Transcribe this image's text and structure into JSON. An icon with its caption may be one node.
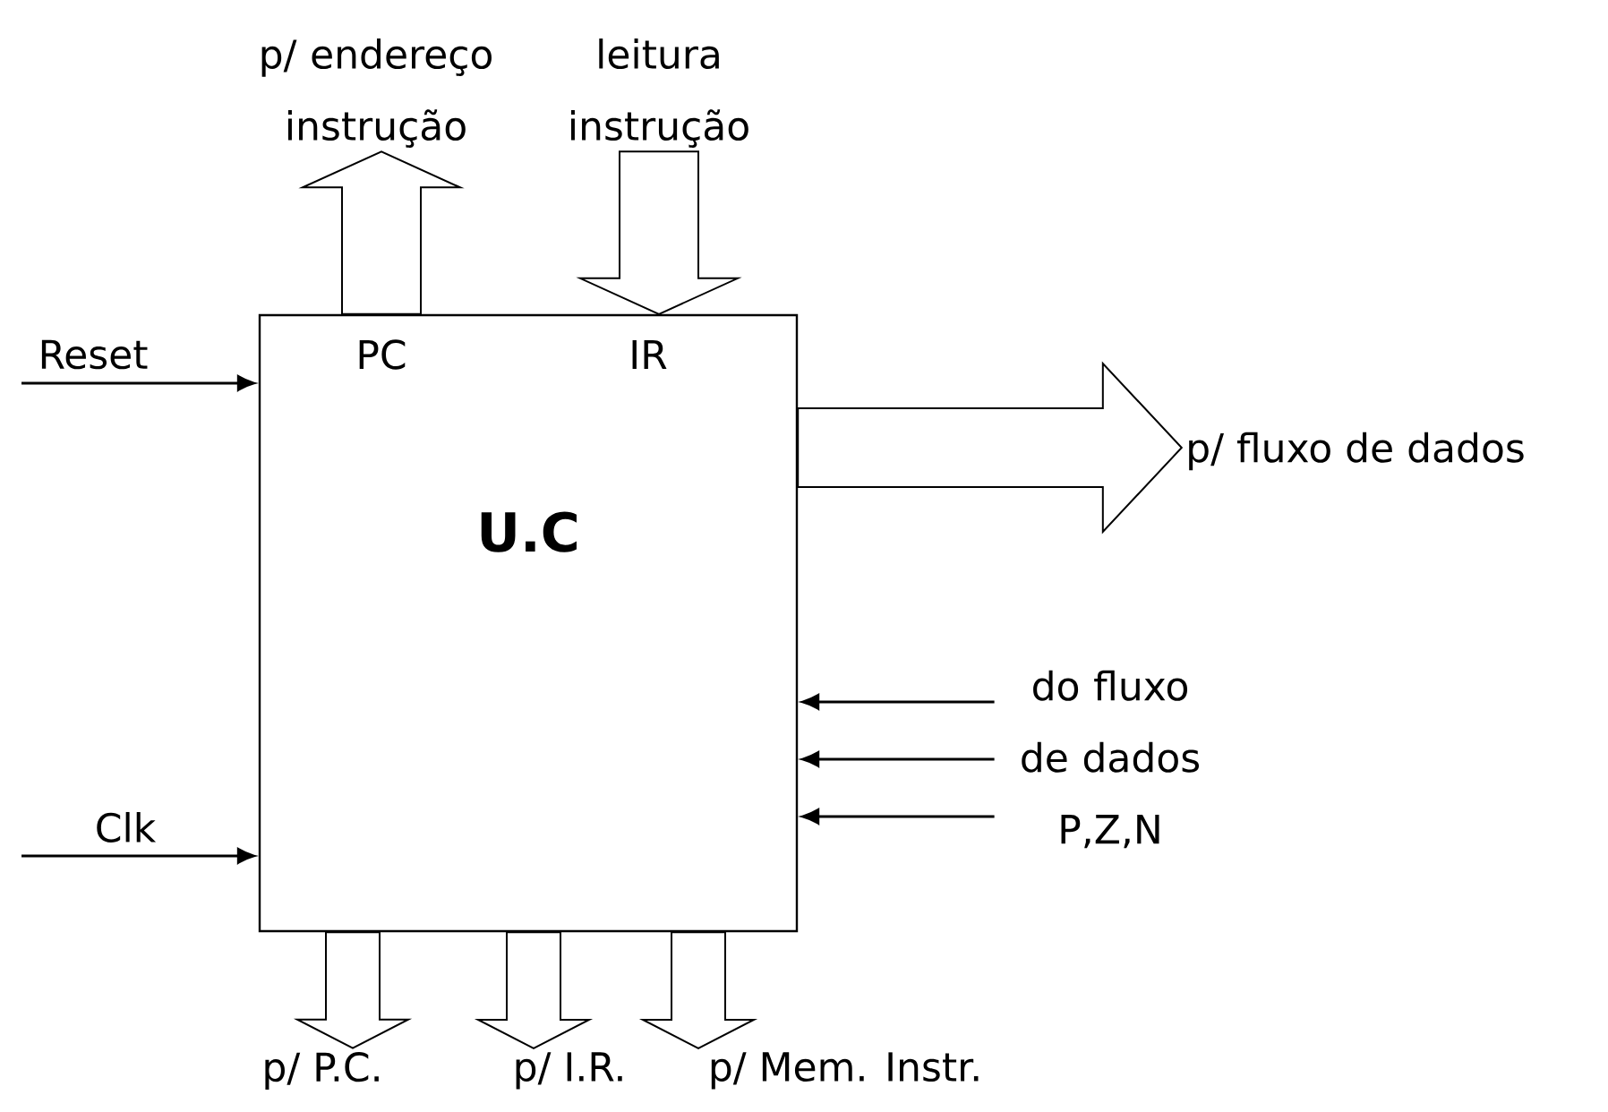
{
  "diagram": {
    "nodes": [
      {
        "text": [
          "U.C"
        ]
      },
      {
        "text": [
          "p/ endereço instrução"
        ]
      },
      {
        "text": [
          "leitura instrução"
        ]
      },
      {
        "text": [
          "p/ fluxo de dados"
        ]
      },
      {
        "text": [
          "do fluxo de dados P,Z,N"
        ]
      },
      {
        "text": [
          "p/ P.C."
        ]
      },
      {
        "text": [
          "p/ I.R."
        ]
      },
      {
        "text": [
          "p/ Mem. Instr."
        ]
      }
    ],
    "edges": [
      {
        "from": 0,
        "to": 1,
        "arrow": "to",
        "style": "thick"
      },
      {
        "from": 2,
        "to": 0,
        "arrow": "to",
        "style": "thick"
      },
      {
        "from": null,
        "to": 0,
        "arrow": "to",
        "label": "Reset"
      },
      {
        "from": null,
        "to": 0,
        "arrow": "to",
        "label": "Clk"
      },
      {
        "from": 0,
        "to": 3,
        "arrow": "to",
        "style": "thick"
      },
      {
        "from": 4,
        "to": 0,
        "arrow": "to"
      },
      {
        "from": 4,
        "to": 0,
        "arrow": "to"
      },
      {
        "from": 4,
        "to": 0,
        "arrow": "to"
      },
      {
        "from": 0,
        "to": 5,
        "arrow": "to",
        "style": "thick"
      },
      {
        "from": 0,
        "to": 6,
        "arrow": "to",
        "style": "thick"
      },
      {
        "from": 0,
        "to": 7,
        "arrow": "to",
        "style": "thick"
      }
    ],
    "labels": [
      "PC",
      "IR"
    ]
  }
}
